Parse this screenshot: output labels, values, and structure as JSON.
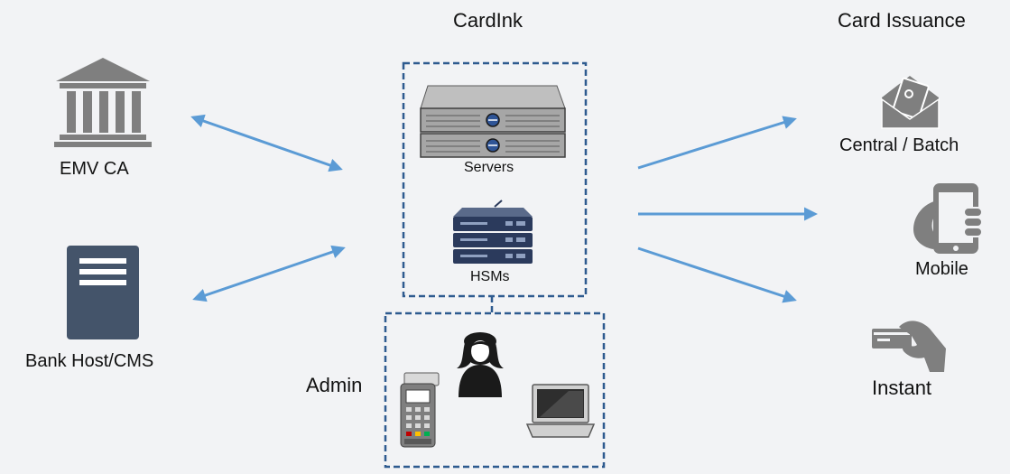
{
  "header": {
    "center_title": "CardInk",
    "right_title": "Card Issuance"
  },
  "left": {
    "emv_ca": "EMV CA",
    "bank_host": "Bank Host/CMS"
  },
  "center": {
    "servers": "Servers",
    "hsms": "HSMs",
    "admin": "Admin"
  },
  "right": {
    "central_batch": "Central / Batch",
    "mobile": "Mobile",
    "instant": "Instant"
  },
  "colors": {
    "arrow": "#5b9bd5",
    "box_border": "#2e5b8f",
    "icon_gray": "#7f7f7f",
    "icon_dark": "#1a1a1a",
    "doc_fill": "#44546a"
  }
}
